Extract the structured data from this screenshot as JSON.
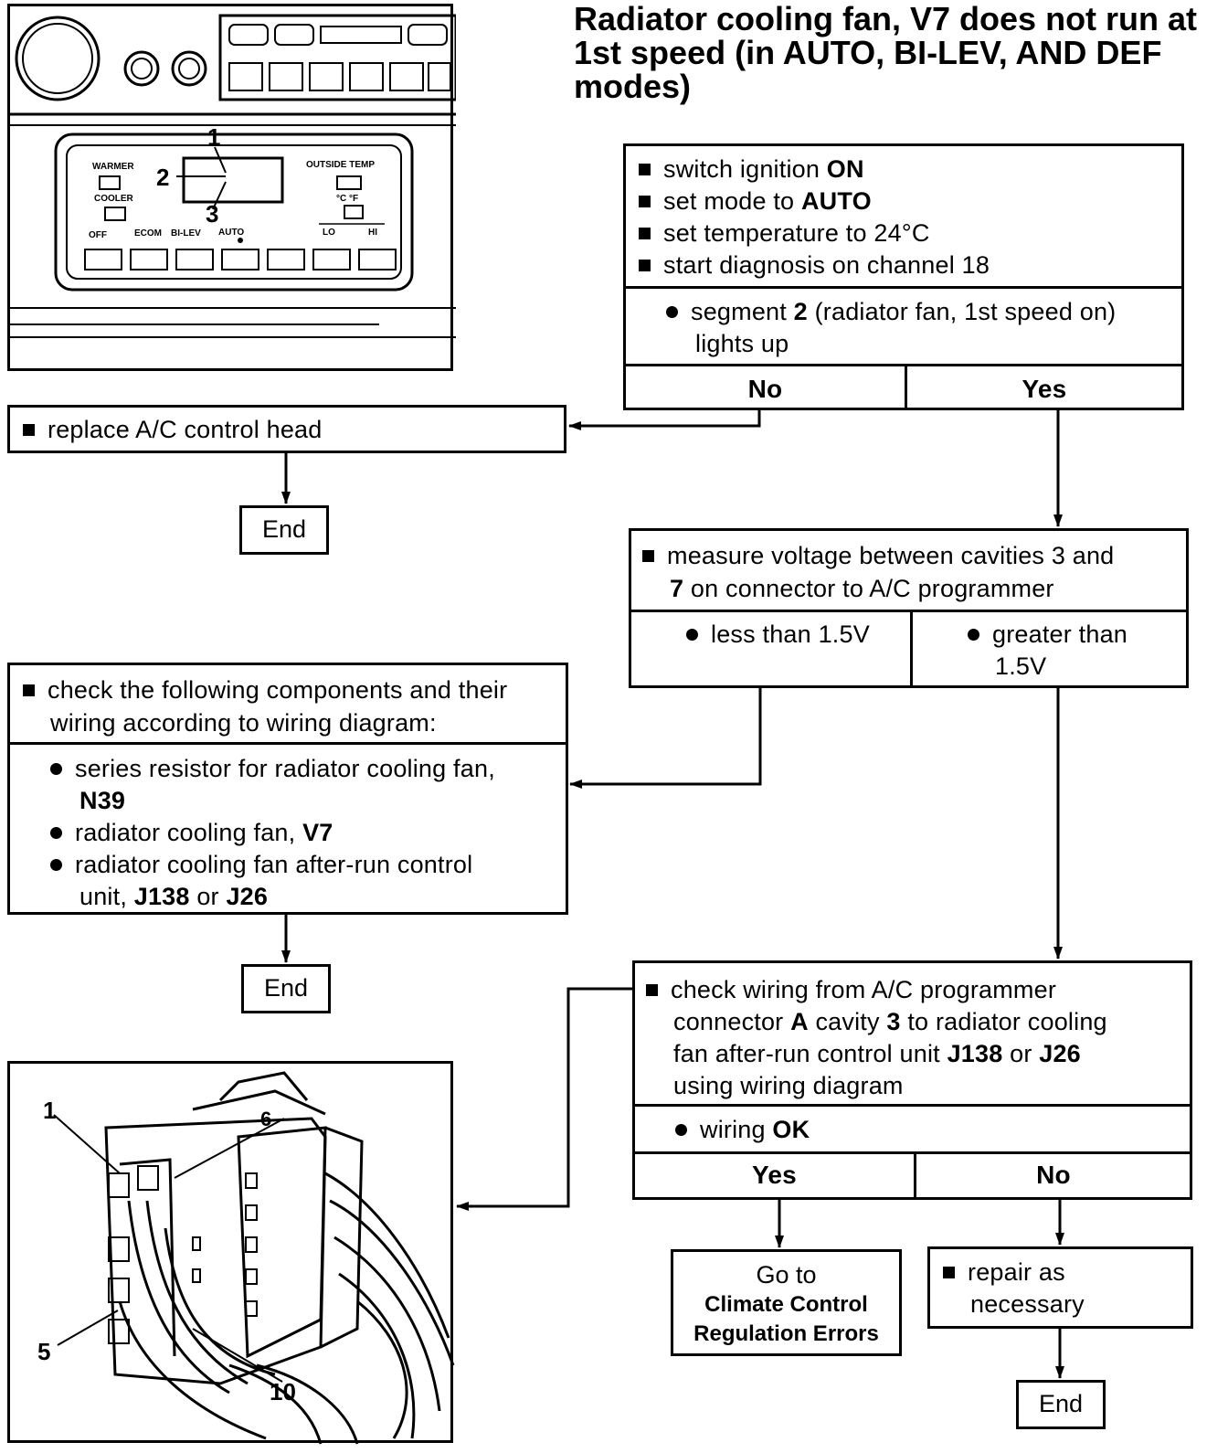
{
  "title": "Radiator cooling fan, V7 does not run at 1st speed (in AUTO, BI-LEV, AND DEF modes)",
  "control_head_figure": {
    "callouts": [
      "1",
      "2",
      "3"
    ],
    "labels": [
      "WARMER",
      "COOLER",
      "OUTSIDE TEMP",
      "°C °F",
      "OFF",
      "ECOM",
      "BI-LEV",
      "AUTO",
      "LO",
      "HI"
    ]
  },
  "step1": {
    "bullets": [
      {
        "pre": "switch ignition ",
        "bold": "ON",
        "post": ""
      },
      {
        "pre": "set mode to ",
        "bold": "AUTO",
        "post": ""
      },
      {
        "pre": "set temperature to 24°C",
        "bold": "",
        "post": ""
      },
      {
        "pre": "start diagnosis on channel 18",
        "bold": "",
        "post": ""
      }
    ],
    "condition_pre": "segment ",
    "condition_bold": "2",
    "condition_post1": " (radiator fan, 1st speed on)",
    "condition_post2": "lights up",
    "no": "No",
    "yes": "Yes"
  },
  "replace": {
    "text": "replace A/C control head"
  },
  "end1": "End",
  "step2": {
    "line1": "measure voltage between cavities 3 and",
    "line2_bold": "7",
    "line2": " on connector to A/C programmer",
    "less": "less than 1.5V",
    "greater1": "greater than",
    "greater2": "1.5V"
  },
  "check_components": {
    "header1": "check the following components and their",
    "header2": "wiring according to wiring diagram:",
    "item1_line1": "series resistor for radiator cooling fan,",
    "item1_bold": "N39",
    "item2_pre": "radiator cooling fan, ",
    "item2_bold": "V7",
    "item3_line1": "radiator cooling fan after-run control",
    "item3_pre": "unit, ",
    "item3_bold1": "J138",
    "item3_mid": " or ",
    "item3_bold2": "J26"
  },
  "end2": "End",
  "step3": {
    "line1": "check wiring from A/C programmer",
    "line2_pre": "connector ",
    "line2_bold1": "A",
    "line2_mid": " cavity ",
    "line2_bold2": "3",
    "line2_post": " to radiator cooling",
    "line3_pre": "fan after-run control unit ",
    "line3_bold1": "J138",
    "line3_mid": " or ",
    "line3_bold2": "J26",
    "line4": "using wiring diagram",
    "cond_pre": "wiring ",
    "cond_bold": "OK",
    "yes": "Yes",
    "no": "No"
  },
  "goto": {
    "line1": "Go to",
    "line2": "Climate Control",
    "line3": "Regulation Errors"
  },
  "repair": {
    "line1": "repair as",
    "line2": "necessary"
  },
  "end3": "End",
  "connector_figure": {
    "callouts": [
      "1",
      "6",
      "5",
      "10"
    ]
  }
}
